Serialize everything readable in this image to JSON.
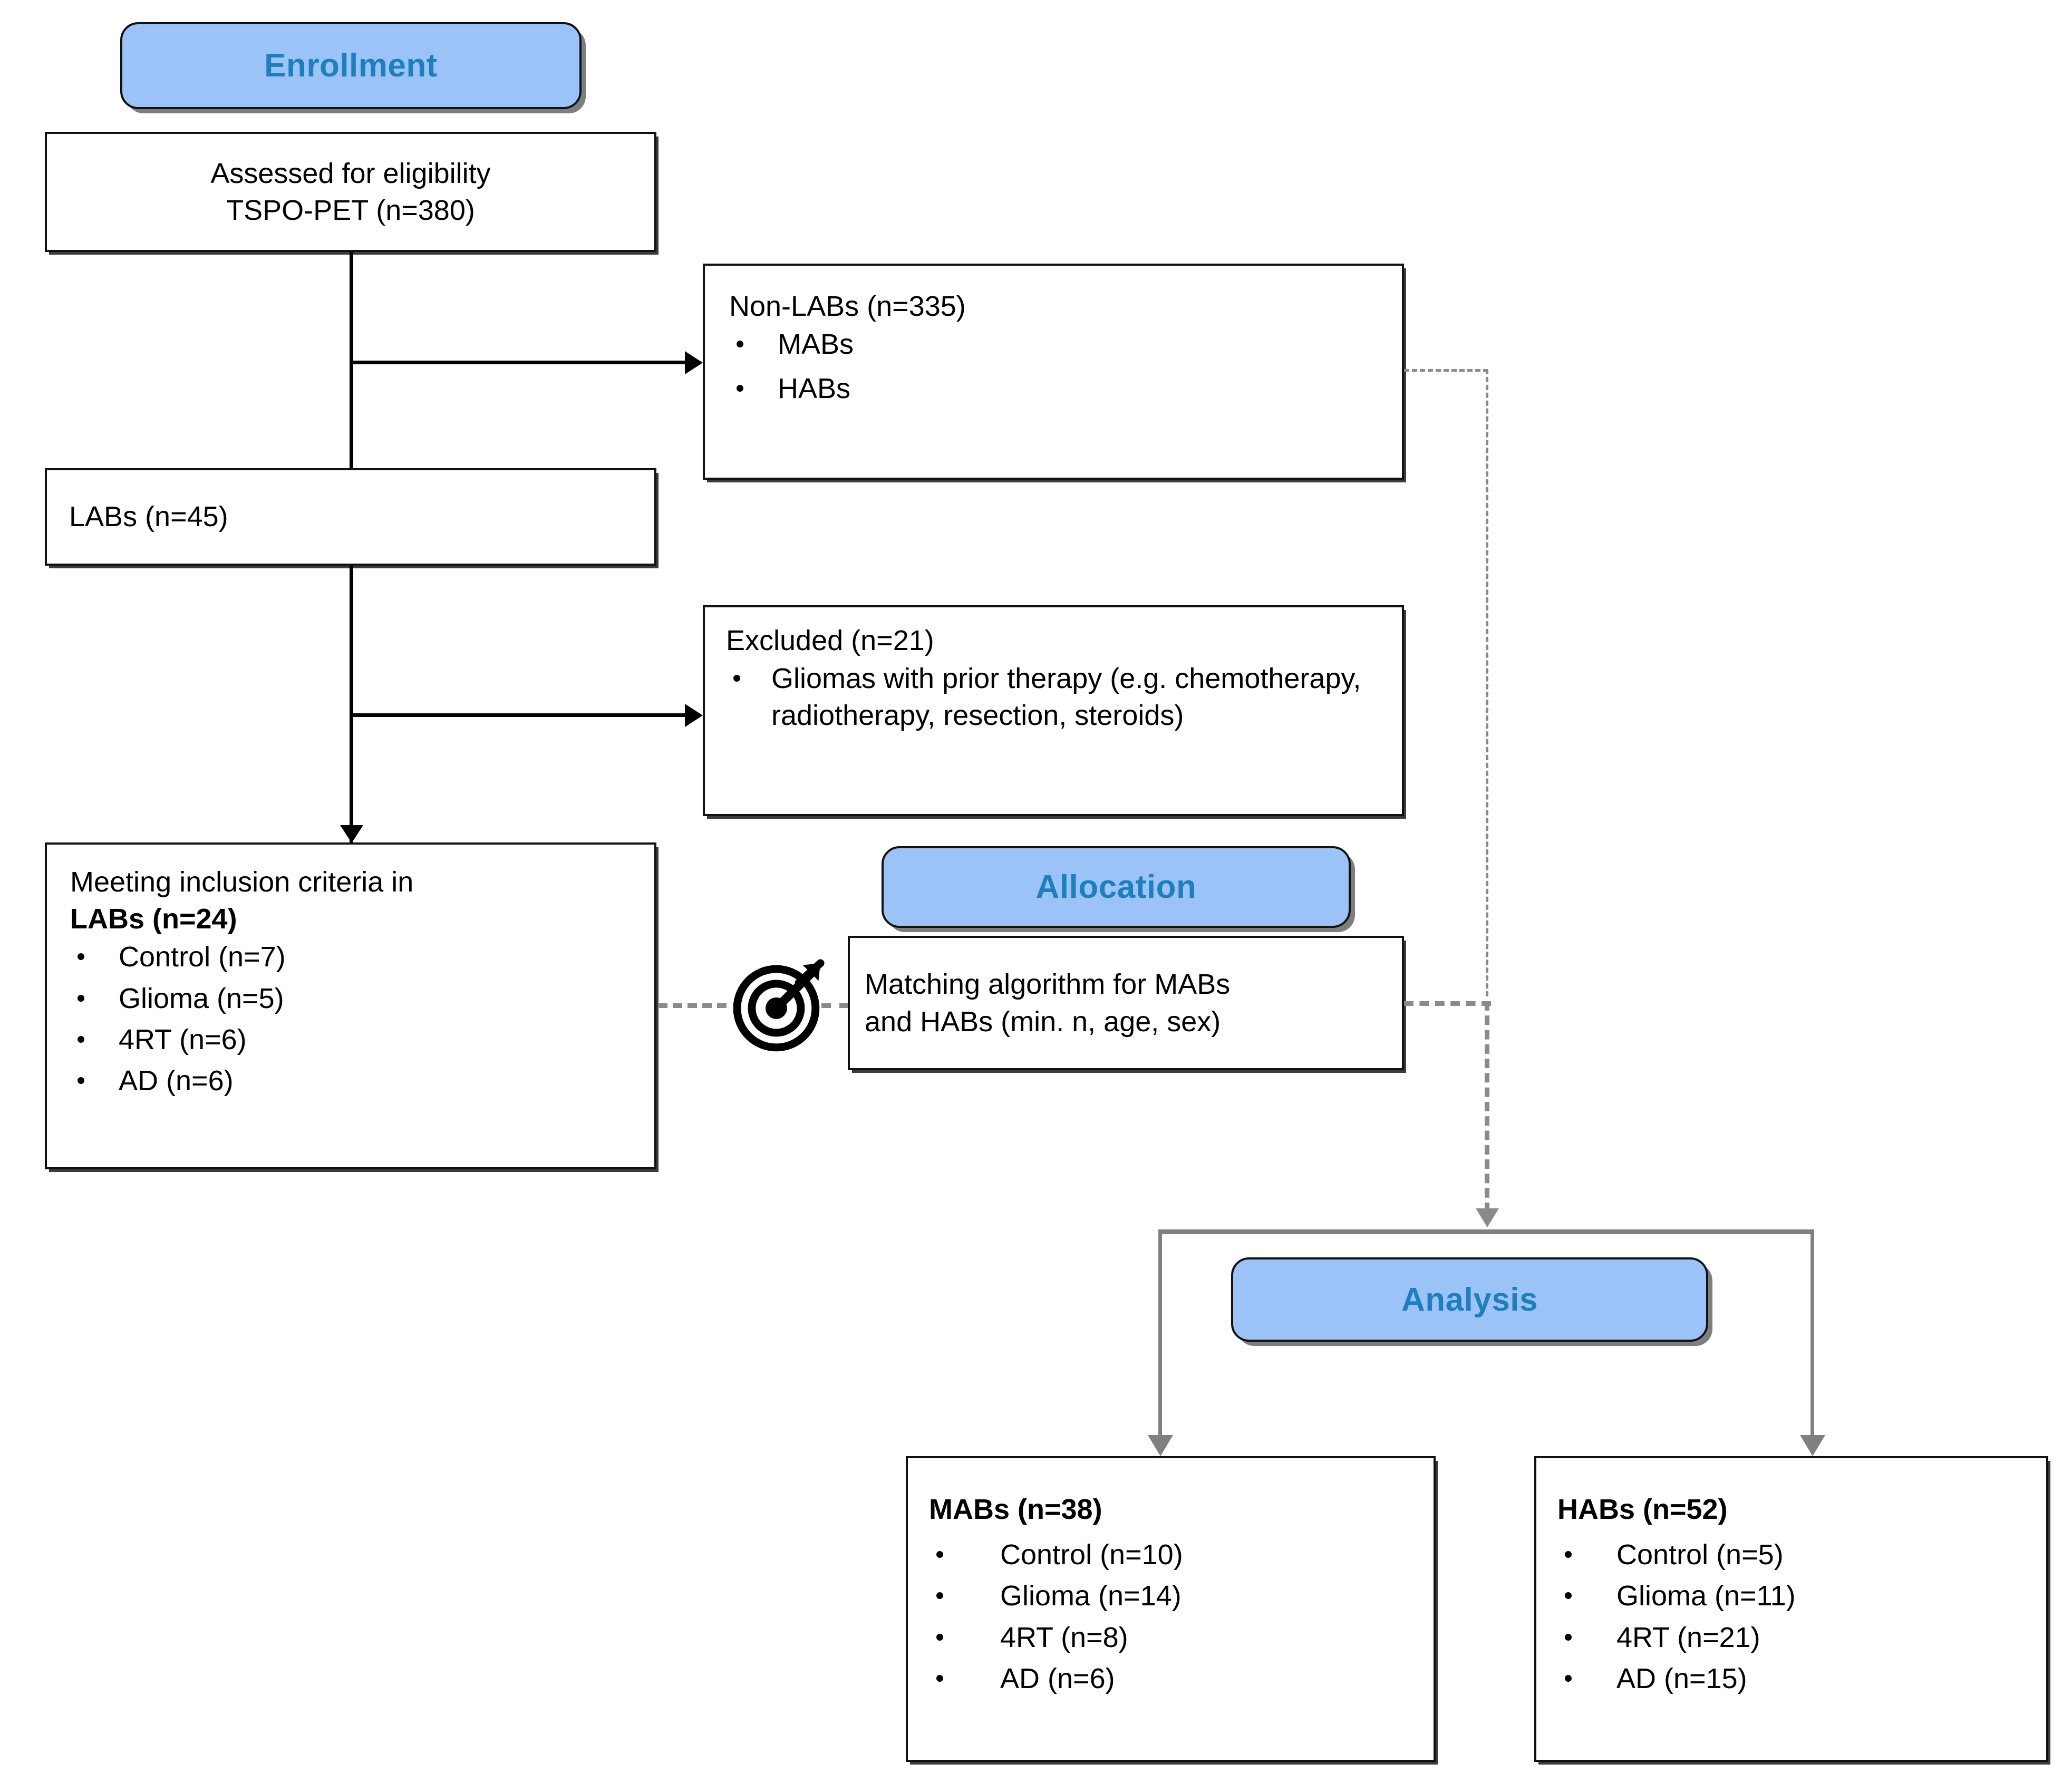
{
  "diagram": {
    "title": "TSPO-PET participant selection flow diagram",
    "type": "flowchart",
    "accent_blue_fill": "#9CC3F8",
    "accent_blue_text": "#1E7FBE",
    "box_border": "#111111",
    "gray_connector": "#808080",
    "dashed_connector": "#8A8A8A"
  },
  "stages": {
    "enrollment": "Enrollment",
    "allocation": "Allocation",
    "analysis": "Analysis"
  },
  "boxes": {
    "eligibility": {
      "line1": "Assessed for eligibility",
      "line2": "TSPO-PET (n=380)"
    },
    "non_labs": {
      "title": "Non-LABs (n=335)",
      "items": [
        "MABs",
        "HABs"
      ]
    },
    "labs_45": {
      "title": "LABs (n=45)"
    },
    "excluded": {
      "title": "Excluded (n=21)",
      "items": [
        "Gliomas with prior therapy (e.g. chemotherapy, radiotherapy, resection, steroids)"
      ]
    },
    "inclusion": {
      "line1": "Meeting inclusion criteria in",
      "line2": "LABs (n=24)",
      "items": [
        "Control  (n=7)",
        "Glioma  (n=5)",
        "4RT  (n=6)",
        "AD (n=6)"
      ]
    },
    "matching": {
      "line1": "Matching algorithm for MABs",
      "line2": "and HABs (min. n, age, sex)",
      "icon": "target-icon"
    },
    "mabs": {
      "title": "MABs  (n=38)",
      "items": [
        "Control  (n=10)",
        "Glioma  (n=14)",
        "4RT  (n=8)",
        "AD (n=6)"
      ]
    },
    "habs": {
      "title": "HABs  (n=52)",
      "items": [
        "Control  (n=5)",
        "Glioma  (n=11)",
        "4RT  (n=21)",
        "AD (n=15)"
      ]
    }
  },
  "chart_data": {
    "type": "flowchart",
    "title": "TSPO-PET participant selection flow diagram",
    "nodes": [
      {
        "id": "eligibility",
        "label": "Assessed for eligibility TSPO-PET (n=380)",
        "n": 380
      },
      {
        "id": "non_labs",
        "label": "Non-LABs (n=335)",
        "n": 335,
        "children": [
          "MABs",
          "HABs"
        ]
      },
      {
        "id": "labs_45",
        "label": "LABs (n=45)",
        "n": 45
      },
      {
        "id": "excluded",
        "label": "Excluded (n=21)",
        "n": 21
      },
      {
        "id": "inclusion",
        "label": "Meeting inclusion criteria in LABs (n=24)",
        "n": 24,
        "breakdown": {
          "Control": 7,
          "Glioma": 5,
          "4RT": 6,
          "AD": 6
        }
      },
      {
        "id": "matching",
        "label": "Matching algorithm for MABs and HABs (min. n, age, sex)"
      },
      {
        "id": "mabs",
        "label": "MABs (n=38)",
        "n": 38,
        "breakdown": {
          "Control": 10,
          "Glioma": 14,
          "4RT": 8,
          "AD": 6
        }
      },
      {
        "id": "habs",
        "label": "HABs (n=52)",
        "n": 52,
        "breakdown": {
          "Control": 5,
          "Glioma": 11,
          "4RT": 21,
          "AD": 15
        }
      }
    ],
    "stages": [
      "Enrollment",
      "Allocation",
      "Analysis"
    ],
    "edges": [
      {
        "from": "eligibility",
        "to": "non_labs",
        "style": "solid-black"
      },
      {
        "from": "eligibility",
        "to": "labs_45",
        "style": "solid-black"
      },
      {
        "from": "labs_45",
        "to": "excluded",
        "style": "solid-black"
      },
      {
        "from": "labs_45",
        "to": "inclusion",
        "style": "solid-black"
      },
      {
        "from": "inclusion",
        "to": "matching",
        "style": "dashed-gray"
      },
      {
        "from": "non_labs",
        "to": "analysis",
        "style": "dashed-gray"
      },
      {
        "from": "matching",
        "to": "analysis",
        "style": "dashed-gray"
      },
      {
        "from": "analysis",
        "to": "mabs",
        "style": "solid-gray"
      },
      {
        "from": "analysis",
        "to": "habs",
        "style": "solid-gray"
      }
    ]
  }
}
